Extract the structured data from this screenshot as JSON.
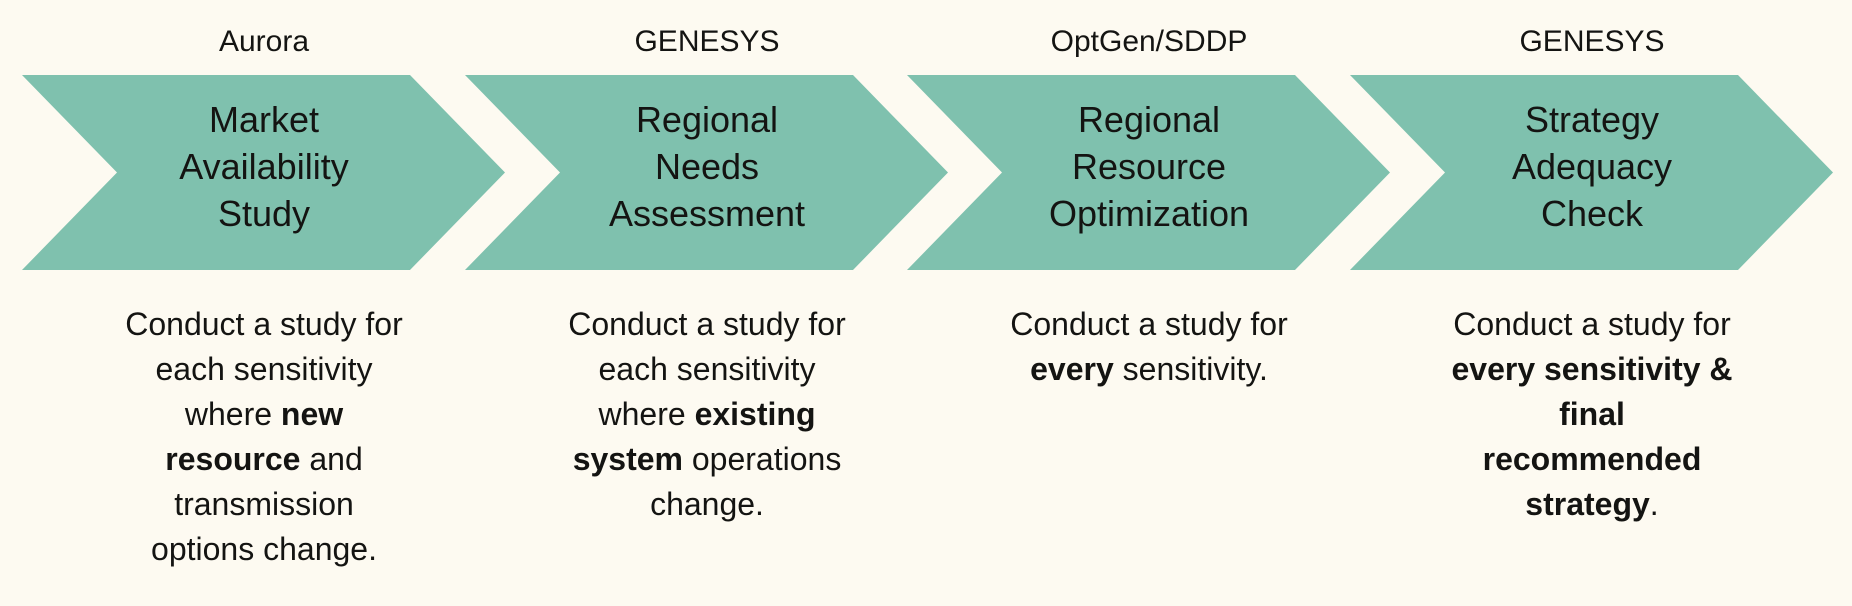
{
  "colors": {
    "arrow_fill": "#7FC1AE",
    "background": "#FDFAF1",
    "text": "#141412"
  },
  "steps": [
    {
      "tool_label": "Aurora",
      "title": "Market\nAvailability\nStudy",
      "description": {
        "pre": "Conduct a study for\neach sensitivity\nwhere ",
        "bold": "new\nresource",
        "post": " and\ntransmission\noptions change."
      }
    },
    {
      "tool_label": "GENESYS",
      "title": "Regional\nNeeds\nAssessment",
      "description": {
        "pre": "Conduct a study for\neach sensitivity\nwhere ",
        "bold": "existing\nsystem",
        "post": " operations\nchange."
      }
    },
    {
      "tool_label": "OptGen/SDDP",
      "title": "Regional\nResource\nOptimization",
      "description": {
        "pre": "Conduct a study for\n",
        "bold": "every",
        "post": " sensitivity."
      }
    },
    {
      "tool_label": "GENESYS",
      "title": "Strategy\nAdequacy\nCheck",
      "description": {
        "pre": "Conduct a study for\n",
        "bold": "every sensitivity &\nfinal\nrecommended\nstrategy",
        "post": "."
      }
    }
  ]
}
